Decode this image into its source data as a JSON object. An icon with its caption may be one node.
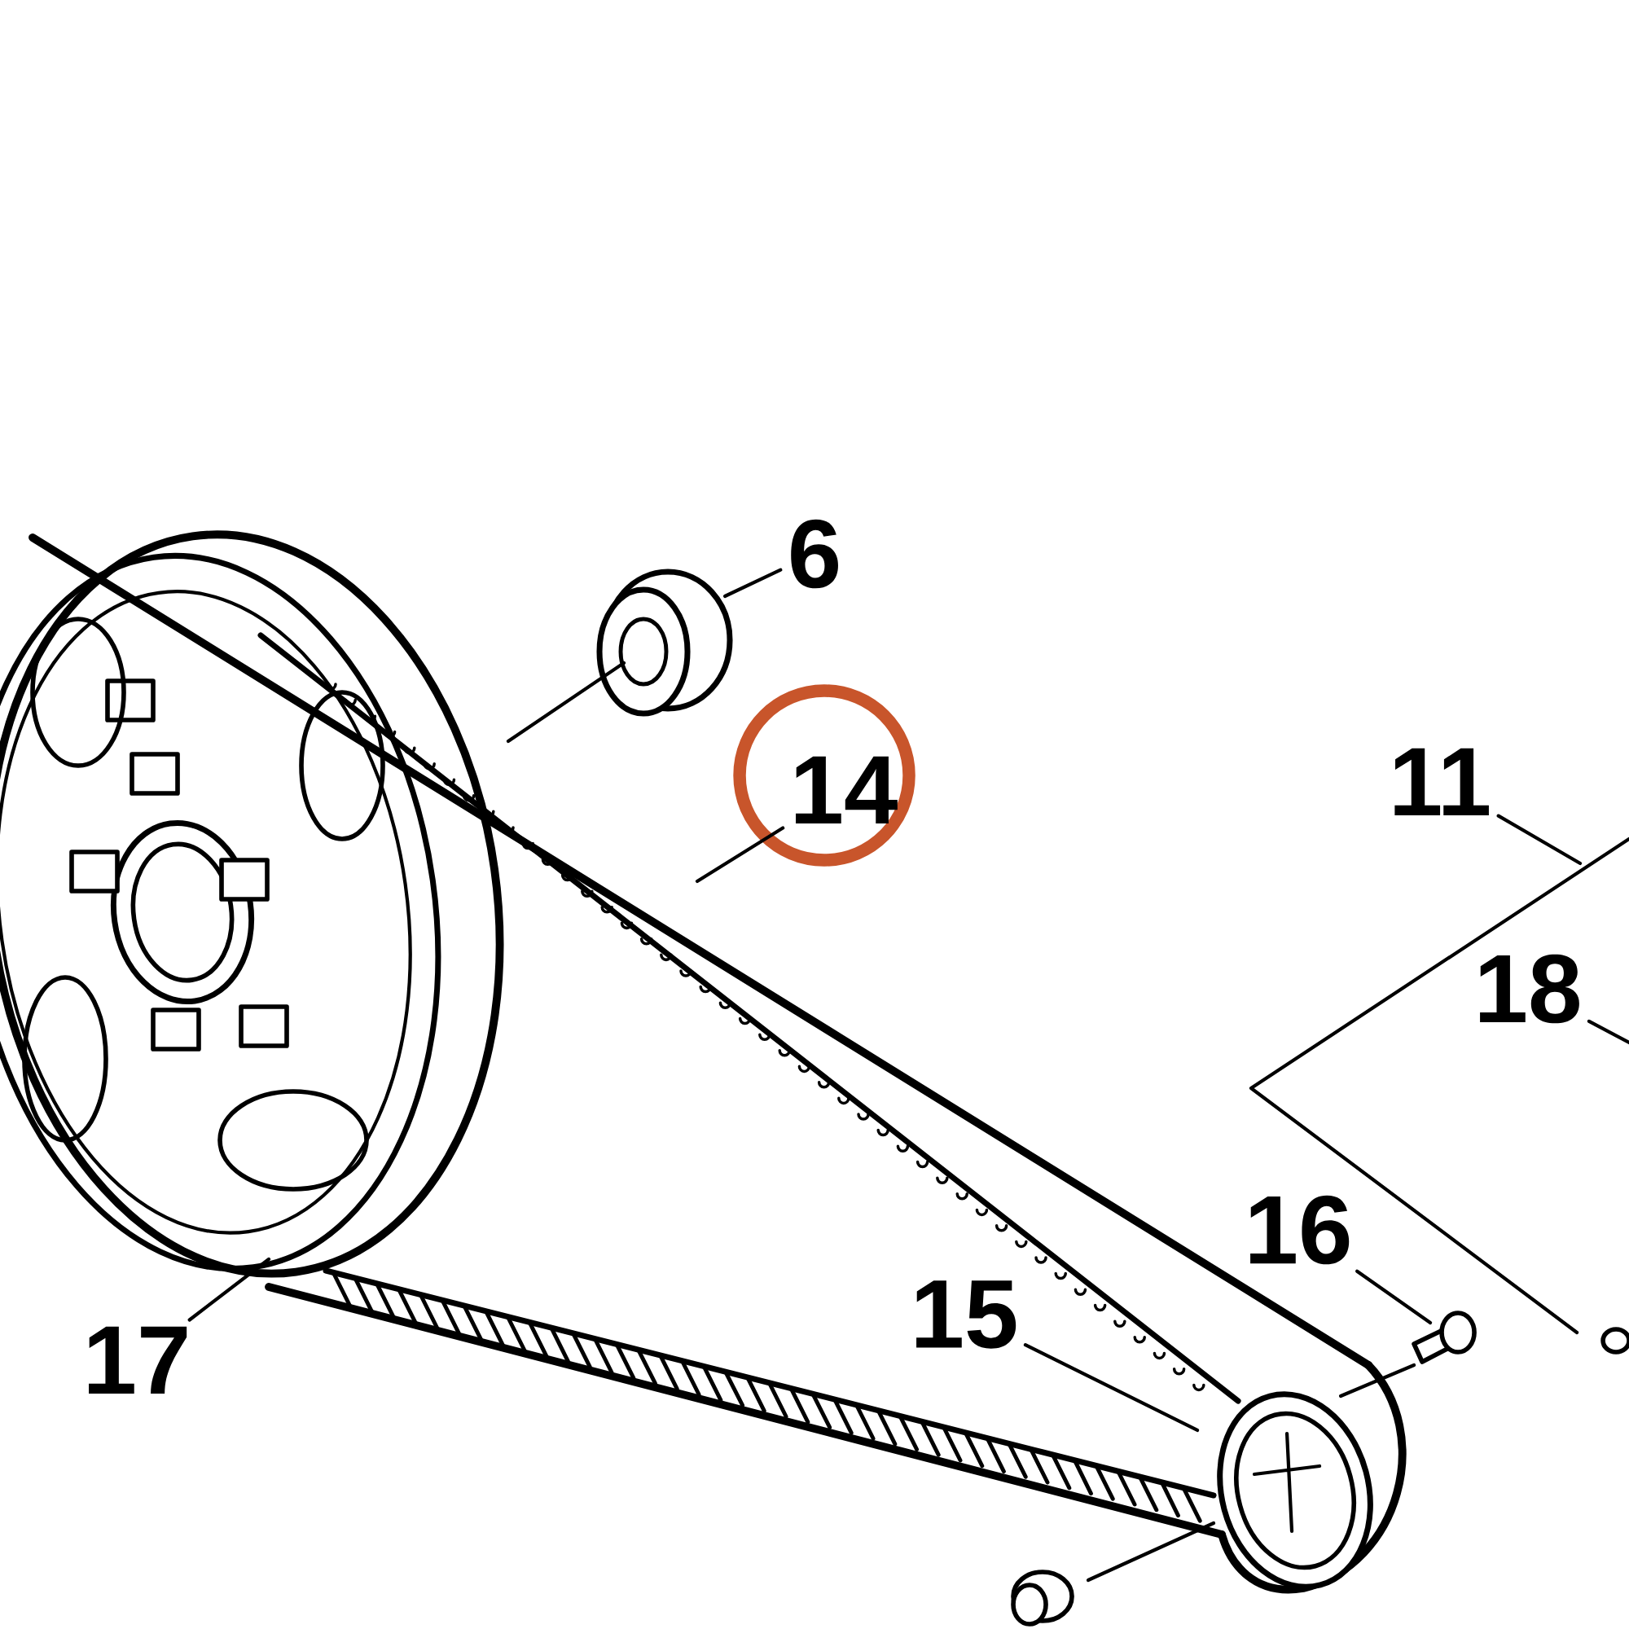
{
  "diagram": {
    "nodes": [
      {
        "text": [
          "6"
        ]
      },
      {
        "text": [
          "14"
        ]
      },
      {
        "text": [
          "11"
        ]
      },
      {
        "text": [
          "18"
        ]
      },
      {
        "text": [
          "16"
        ]
      },
      {
        "text": [
          "15"
        ]
      },
      {
        "text": [
          "17"
        ]
      }
    ],
    "edges": [
      {
        "from": 0,
        "to": null,
        "arrow": "none"
      },
      {
        "from": 1,
        "to": null,
        "arrow": "none"
      },
      {
        "from": 2,
        "to": null,
        "arrow": "none"
      },
      {
        "from": 3,
        "to": null,
        "arrow": "none"
      },
      {
        "from": 4,
        "to": null,
        "arrow": "none"
      },
      {
        "from": 5,
        "to": null,
        "arrow": "none"
      },
      {
        "from": 6,
        "to": null,
        "arrow": "none"
      }
    ]
  }
}
